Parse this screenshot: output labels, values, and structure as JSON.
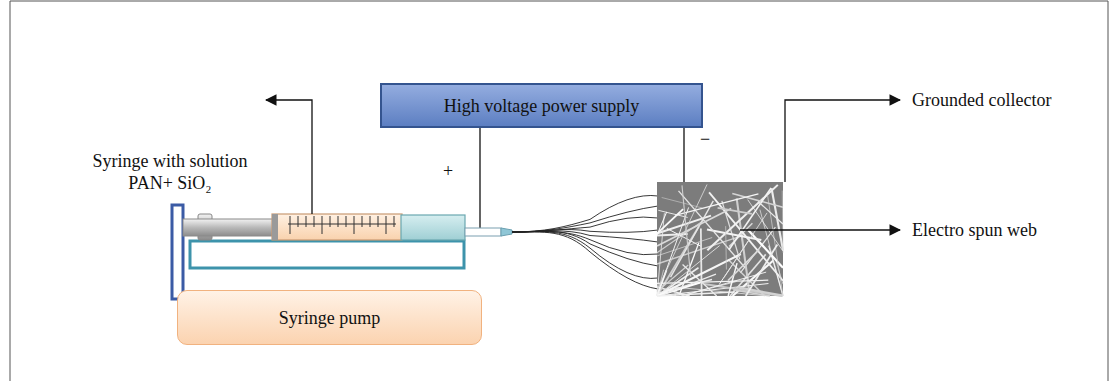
{
  "diagram": {
    "nodes": [
      {
        "text": [
          "High voltage power supply"
        ]
      },
      {
        "text": [
          "Syringe pump"
        ]
      }
    ],
    "labels": [
      "Syringe with solution PAN+ SiO₂",
      "+",
      "−",
      "Grounded collector",
      "Electro spun web"
    ]
  }
}
